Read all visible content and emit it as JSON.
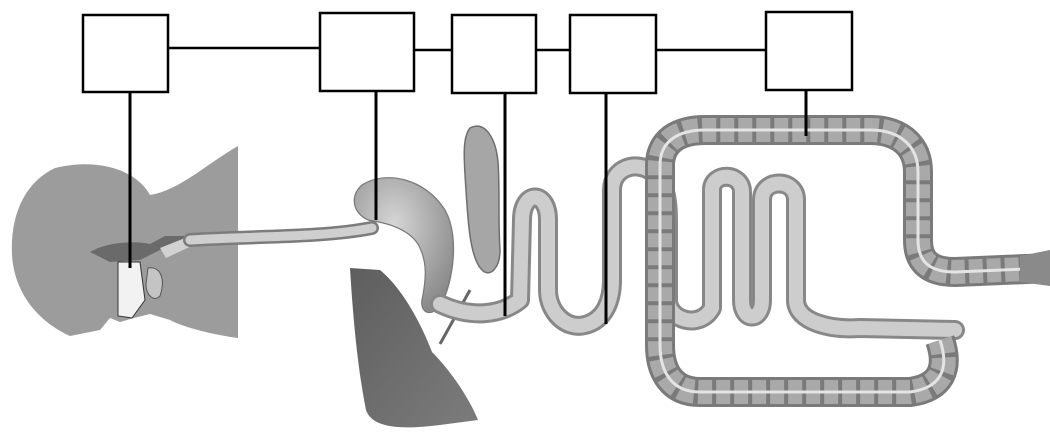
{
  "diagram": {
    "subject": "digestive-system",
    "label_boxes": [
      {
        "id": "box-1",
        "text": ""
      },
      {
        "id": "box-2",
        "text": ""
      },
      {
        "id": "box-3",
        "text": ""
      },
      {
        "id": "box-4",
        "text": ""
      },
      {
        "id": "box-5",
        "text": ""
      }
    ],
    "colors": {
      "head": "#9a9a9a",
      "organ": "#a8a8a8",
      "liver": "#6e6e6e",
      "tube": "#bdbdbd",
      "outline": "#000000",
      "background": "#ffffff"
    }
  }
}
